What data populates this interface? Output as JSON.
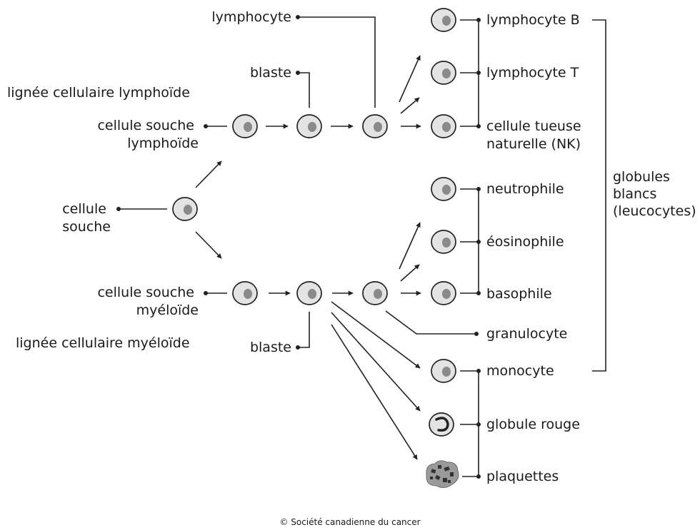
{
  "labels": {
    "lymphoid_lineage": "lignée cellulaire lymphoïde",
    "myeloid_lineage": "lignée cellulaire myéloïde",
    "stem_cell": [
      "cellule",
      "souche"
    ],
    "lymphoid_stem_cell": [
      "cellule souche",
      "lymphoïde"
    ],
    "myeloid_stem_cell": [
      "cellule souche",
      "myéloïde"
    ],
    "blast_lymphoid": "blaste",
    "blast_myeloid": "blaste",
    "lymphocyte": "lymphocyte",
    "b_lymphocyte": "lymphocyte B",
    "t_lymphocyte": "lymphocyte T",
    "nk_cell": [
      "cellule tueuse",
      "naturelle (NK)"
    ],
    "neutrophil": "neutrophile",
    "eosinophil": "éosinophile",
    "basophil": "basophile",
    "granulocyte": "granulocyte",
    "monocyte": "monocyte",
    "red_blood_cell": "globule rouge",
    "platelets": "plaquettes",
    "white_blood_cells": [
      "globules",
      "blancs",
      "(leucocytes)"
    ]
  },
  "credit": "© Société canadienne du cancer"
}
